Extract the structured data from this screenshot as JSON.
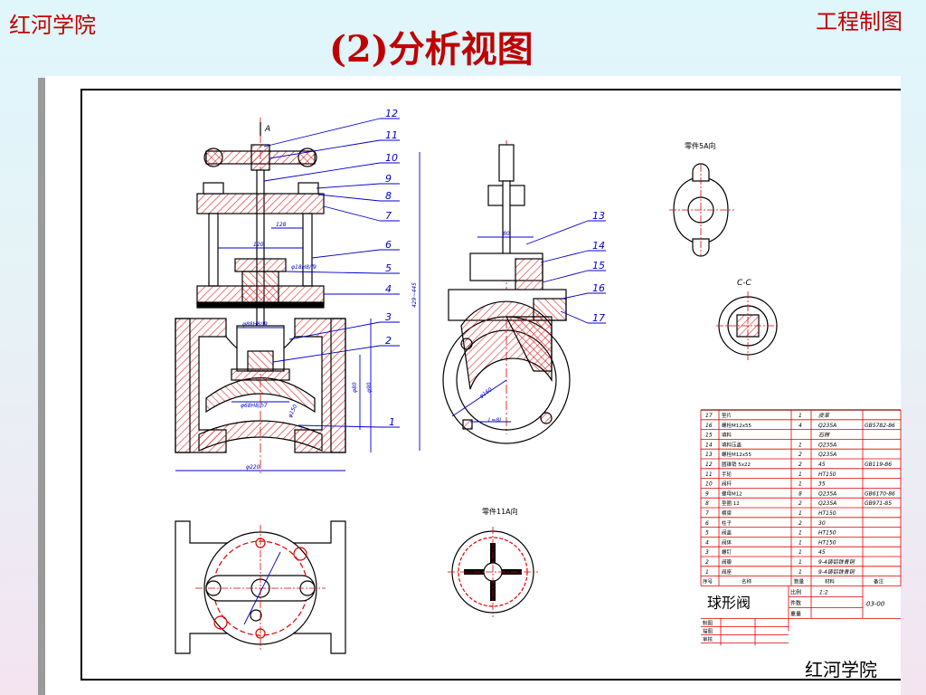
{
  "header": {
    "school": "红河学院",
    "course": "工程制图",
    "title": "(2)分析视图"
  },
  "drawing": {
    "view_labels": {
      "section_a": "A",
      "part5_view": "零件5A向",
      "cc_view": "C-C",
      "part11_view": "零件11A向"
    },
    "callouts_left": [
      "12",
      "11",
      "10",
      "9",
      "8",
      "7",
      "6",
      "5",
      "4",
      "3",
      "2",
      "1"
    ],
    "callouts_right": [
      "13",
      "14",
      "15",
      "16",
      "17"
    ],
    "dimensions": {
      "d1": "128",
      "d2": "120",
      "d3": "φ88H8/f9",
      "d4": "φ68H8/h7",
      "d5": "φ220",
      "d6": "φ18H8/f9",
      "d7": "429~445",
      "d8": "φ80",
      "d9": "φ90",
      "d10": "φ160",
      "d11": "φ150",
      "d12": "80",
      "d13": "L=8L"
    }
  },
  "bom": {
    "rows": [
      {
        "no": "17",
        "name": "垫片",
        "qty": "1",
        "mat": "皮革",
        "std": ""
      },
      {
        "no": "16",
        "name": "螺栓M12x55",
        "qty": "4",
        "mat": "Q235A",
        "std": "GB5782-86"
      },
      {
        "no": "15",
        "name": "填料",
        "qty": "",
        "mat": "石棉",
        "std": ""
      },
      {
        "no": "14",
        "name": "填料压盖",
        "qty": "1",
        "mat": "Q235A",
        "std": ""
      },
      {
        "no": "13",
        "name": "螺栓M12x55",
        "qty": "2",
        "mat": "Q235A",
        "std": ""
      },
      {
        "no": "12",
        "name": "圆锥销 5x22",
        "qty": "2",
        "mat": "45",
        "std": "GB119-86"
      },
      {
        "no": "11",
        "name": "手轮",
        "qty": "1",
        "mat": "HT150",
        "std": ""
      },
      {
        "no": "10",
        "name": "阀杆",
        "qty": "1",
        "mat": "35",
        "std": ""
      },
      {
        "no": "9",
        "name": "螺母M12",
        "qty": "8",
        "mat": "Q235A",
        "std": "GB6170-86"
      },
      {
        "no": "8",
        "name": "垫圈 12",
        "qty": "2",
        "mat": "Q235A",
        "std": "GB971-85"
      },
      {
        "no": "7",
        "name": "横梁",
        "qty": "1",
        "mat": "HT150",
        "std": ""
      },
      {
        "no": "6",
        "name": "柱子",
        "qty": "2",
        "mat": "30",
        "std": ""
      },
      {
        "no": "5",
        "name": "阀盖",
        "qty": "1",
        "mat": "HT150",
        "std": ""
      },
      {
        "no": "4",
        "name": "阀体",
        "qty": "1",
        "mat": "HT150",
        "std": ""
      },
      {
        "no": "3",
        "name": "螺钉",
        "qty": "1",
        "mat": "45",
        "std": ""
      },
      {
        "no": "2",
        "name": "阀瓣",
        "qty": "1",
        "mat": "9-4铸铝铁青铜",
        "std": ""
      },
      {
        "no": "1",
        "name": "阀座",
        "qty": "1",
        "mat": "9-4铸铝铁青铜",
        "std": ""
      }
    ],
    "header": {
      "no": "序号",
      "name": "名称",
      "qty": "数量",
      "mat": "材料",
      "std": "备注"
    },
    "title_name": "球形阀",
    "scale_label": "比例",
    "scale_value": "1:2",
    "count_label": "件数",
    "weight_label": "重量",
    "drawing_no": "03-00",
    "draw_label": "制图",
    "design_label": "描图",
    "check_label": "审核"
  },
  "watermark": {
    "text": "红河学院"
  },
  "colors": {
    "accent_red": "#c00000",
    "line_red": "#e00000",
    "line_blue": "#0000cc",
    "hatch_red": "#e02020"
  }
}
